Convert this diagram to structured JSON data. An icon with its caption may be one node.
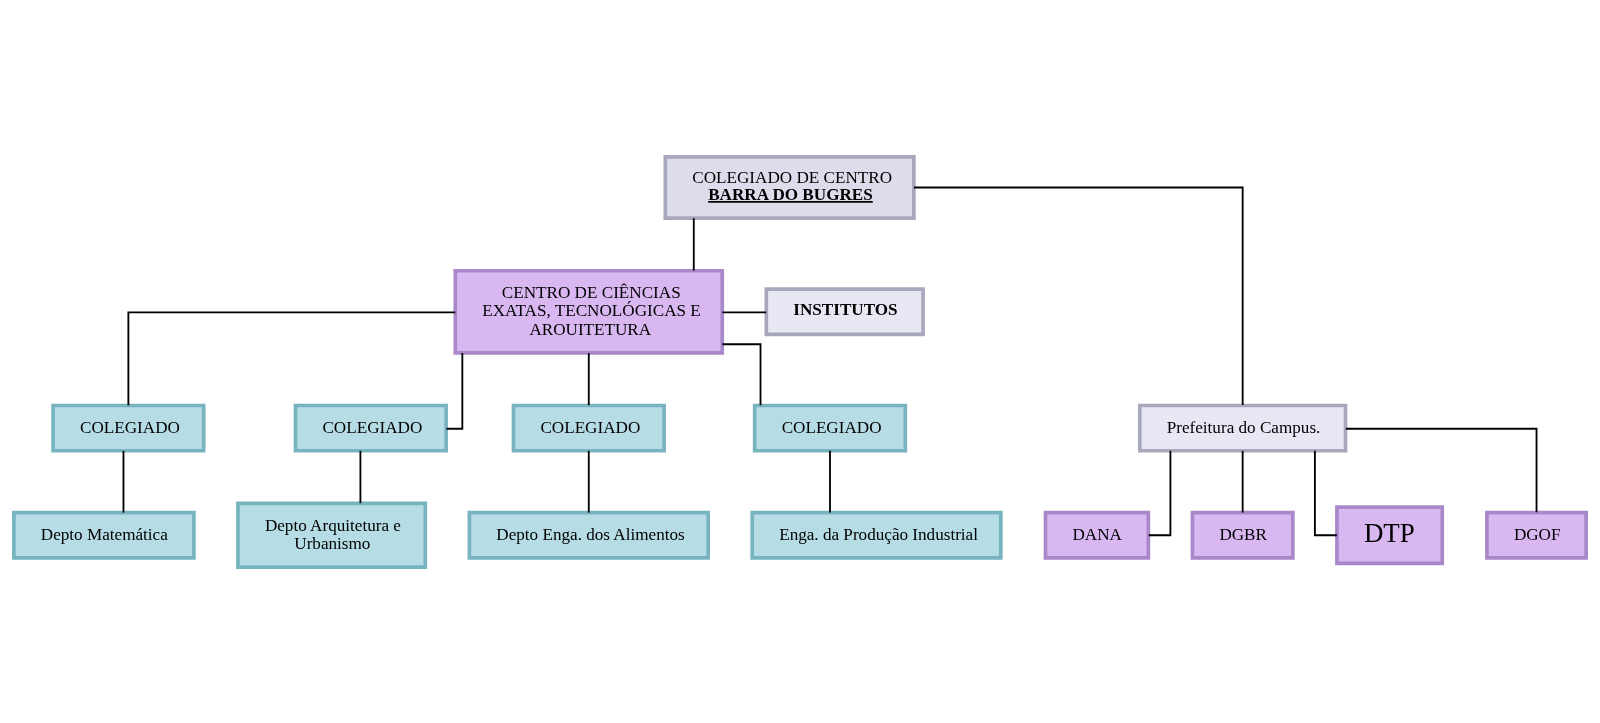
{
  "diagram": {
    "nodes": [
      {
        "text": [
          "COLEGIADO DE CENTRO",
          "BARRA DO BUGRES"
        ]
      },
      {
        "text": [
          "CENTRO DE CIÊNCIAS EXATAS, TECNOLÓGICAS E AROUITETURA"
        ]
      },
      {
        "text": [
          "INSTITUTOS"
        ]
      },
      {
        "text": [
          "Prefeitura do Campus."
        ]
      },
      {
        "text": [
          "COLEGIADO"
        ]
      },
      {
        "text": [
          "Depto Matemática"
        ]
      },
      {
        "text": [
          "COLEGIADO"
        ]
      },
      {
        "text": [
          "Depto Arquitetura e Urbanismo"
        ]
      },
      {
        "text": [
          "DANA"
        ]
      },
      {
        "text": [
          "DGBR"
        ]
      },
      {
        "text": [
          "DTP"
        ]
      },
      {
        "text": [
          "DGOF"
        ]
      },
      {
        "text": [
          "COLEGIADO"
        ]
      },
      {
        "text": [
          "Depto Enga. dos Alimentos"
        ]
      },
      {
        "text": [
          "COLEGIADO"
        ]
      },
      {
        "text": [
          "Enga. da Produção Industrial"
        ]
      }
    ],
    "edges": [
      {
        "from": 0,
        "to": 1,
        "arrow": "none"
      },
      {
        "from": 0,
        "to": 3,
        "arrow": "none"
      },
      {
        "from": 1,
        "to": 2,
        "arrow": "none"
      },
      {
        "from": 1,
        "to": 4,
        "arrow": "none"
      },
      {
        "from": 1,
        "to": 6,
        "arrow": "none"
      },
      {
        "from": 1,
        "to": 12,
        "arrow": "none"
      },
      {
        "from": 1,
        "to": 14,
        "arrow": "none"
      },
      {
        "from": 4,
        "to": 5,
        "arrow": "none"
      },
      {
        "from": 6,
        "to": 7,
        "arrow": "none"
      },
      {
        "from": 12,
        "to": 13,
        "arrow": "none"
      },
      {
        "from": 14,
        "to": 15,
        "arrow": "none"
      },
      {
        "from": 3,
        "to": 8,
        "arrow": "none"
      },
      {
        "from": 3,
        "to": 9,
        "arrow": "none"
      },
      {
        "from": 3,
        "to": 10,
        "arrow": "none"
      },
      {
        "from": 3,
        "to": 11,
        "arrow": "none"
      }
    ]
  }
}
